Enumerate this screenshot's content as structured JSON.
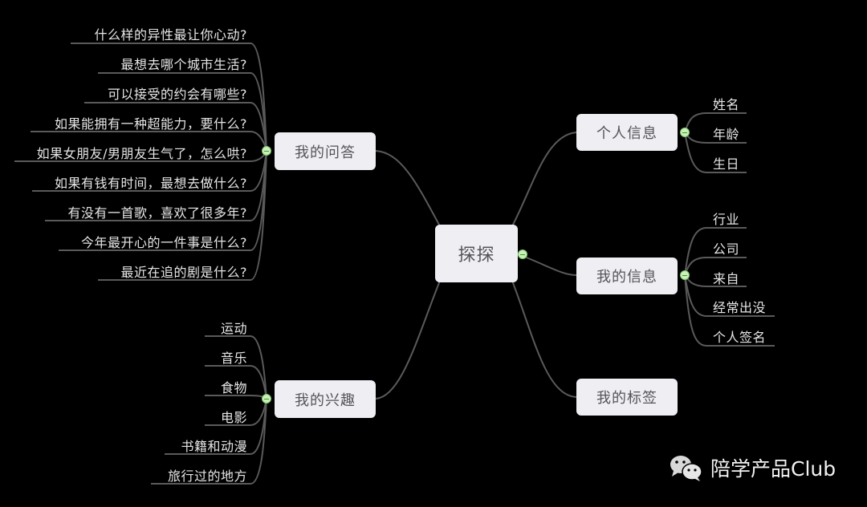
{
  "root": {
    "label": "探探"
  },
  "branches": {
    "qa": {
      "label": "我的问答",
      "items": [
        "什么样的异性最让你心动?",
        "最想去哪个城市生活?",
        "可以接受的约会有哪些?",
        "如果能拥有一种超能力，要什么?",
        "如果女朋友/男朋友生气了，怎么哄?",
        "如果有钱有时间，最想去做什么?",
        "有没有一首歌，喜欢了很多年?",
        "今年最开心的一件事是什么?",
        "最近在追的剧是什么?"
      ]
    },
    "interests": {
      "label": "我的兴趣",
      "items": [
        "运动",
        "音乐",
        "食物",
        "电影",
        "书籍和动漫",
        "旅行过的地方"
      ]
    },
    "personal": {
      "label": "个人信息",
      "items": [
        "姓名",
        "年龄",
        "生日"
      ]
    },
    "myinfo": {
      "label": "我的信息",
      "items": [
        "行业",
        "公司",
        "来自",
        "经常出没",
        "个人签名"
      ]
    },
    "tags": {
      "label": "我的标签"
    }
  },
  "watermark": {
    "text": "陪学产品Club"
  },
  "colors": {
    "background": "#000000",
    "node": "#eeeef3",
    "node_text": "#555559",
    "leaf_text": "#e6e6e6",
    "line": "#5a5a5a",
    "toggle": "#c8f0b8"
  }
}
